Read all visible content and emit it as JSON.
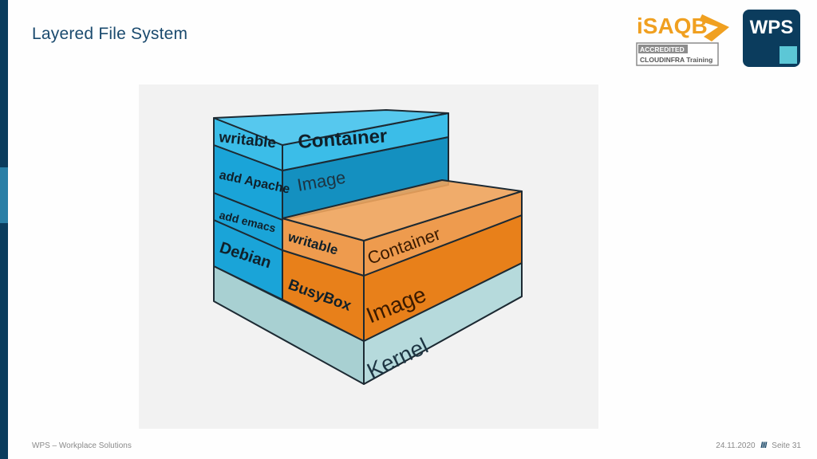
{
  "slide": {
    "title": "Layered File System",
    "footer_left": "WPS – Workplace Solutions",
    "footer_date": "24.11.2020",
    "footer_separator": "////",
    "footer_page": "Seite 31"
  },
  "logos": {
    "isaqb": {
      "wordmark": "iSAQB",
      "line1": "ACCREDITED",
      "line2": "CLOUDINFRA Training",
      "accent": "#f0a020",
      "gray": "#8c8c8c"
    },
    "wps": {
      "wordmark": "WPS",
      "bg": "#0b3c5d",
      "accent": "#5cc7d6"
    }
  },
  "diagram": {
    "colors": {
      "blue": "#1aa4d8",
      "blue_dark": "#1490c0",
      "orange": "#e8801a",
      "kernel": "#a8d0d2"
    },
    "left_stack": {
      "writable": "writable",
      "container": "Container",
      "add_apache": "add Apache",
      "image": "Image",
      "add_emacs": "add emacs",
      "debian": "Debian"
    },
    "right_stack": {
      "writable": "writable",
      "container": "Container",
      "busybox": "BusyBox",
      "image": "Image"
    },
    "base": {
      "kernel": "Kernel"
    }
  }
}
